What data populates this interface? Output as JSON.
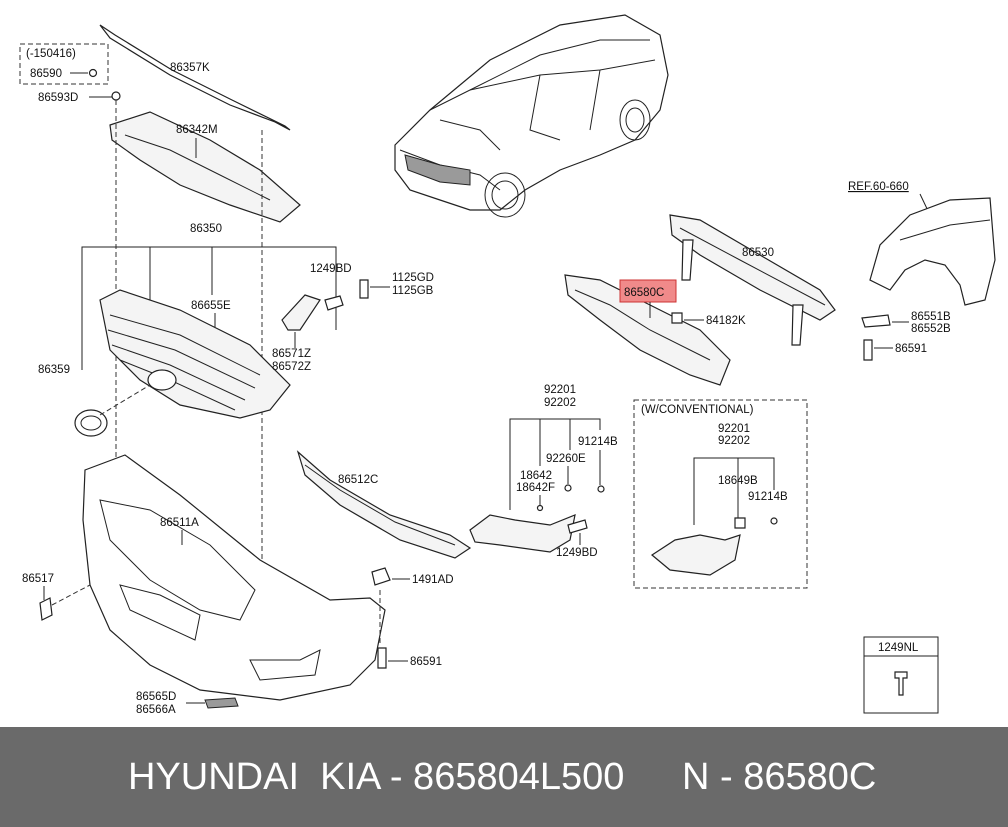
{
  "parts": [
    {
      "id": "p_150416",
      "label": "(-150416)"
    },
    {
      "id": "p_86590",
      "label": "86590"
    },
    {
      "id": "p_86593D",
      "label": "86593D"
    },
    {
      "id": "p_86357K",
      "label": "86357K"
    },
    {
      "id": "p_86342M",
      "label": "86342M"
    },
    {
      "id": "p_86350",
      "label": "86350"
    },
    {
      "id": "p_86655E",
      "label": "86655E"
    },
    {
      "id": "p_86359",
      "label": "86359"
    },
    {
      "id": "p_1249BD_a",
      "label": "1249BD"
    },
    {
      "id": "p_1125GD",
      "label": "1125GD"
    },
    {
      "id": "p_1125GB",
      "label": "1125GB"
    },
    {
      "id": "p_86571Z",
      "label": "86571Z"
    },
    {
      "id": "p_86572Z",
      "label": "86572Z"
    },
    {
      "id": "p_86512C",
      "label": "86512C"
    },
    {
      "id": "p_86511A",
      "label": "86511A"
    },
    {
      "id": "p_86517",
      "label": "86517"
    },
    {
      "id": "p_1491AD",
      "label": "1491AD"
    },
    {
      "id": "p_86591_a",
      "label": "86591"
    },
    {
      "id": "p_86565D",
      "label": "86565D"
    },
    {
      "id": "p_86566A",
      "label": "86566A"
    },
    {
      "id": "p_86530",
      "label": "86530"
    },
    {
      "id": "p_86580C",
      "label": "86580C"
    },
    {
      "id": "p_84182K",
      "label": "84182K"
    },
    {
      "id": "p_ref",
      "label": "REF.60-660"
    },
    {
      "id": "p_86551B",
      "label": "86551B"
    },
    {
      "id": "p_86552B",
      "label": "86552B"
    },
    {
      "id": "p_86591_b",
      "label": "86591"
    },
    {
      "id": "p_92201_a",
      "label": "92201"
    },
    {
      "id": "p_92202_a",
      "label": "92202"
    },
    {
      "id": "p_91214B_a",
      "label": "91214B"
    },
    {
      "id": "p_92260E",
      "label": "92260E"
    },
    {
      "id": "p_18642",
      "label": "18642"
    },
    {
      "id": "p_18642F",
      "label": "18642F"
    },
    {
      "id": "p_1249BD_b",
      "label": "1249BD"
    },
    {
      "id": "p_conv",
      "label": "(W/CONVENTIONAL)"
    },
    {
      "id": "p_92201_b",
      "label": "92201"
    },
    {
      "id": "p_92202_b",
      "label": "92202"
    },
    {
      "id": "p_18649B",
      "label": "18649B"
    },
    {
      "id": "p_91214B_b",
      "label": "91214B"
    },
    {
      "id": "p_1249NL",
      "label": "1249NL"
    }
  ],
  "highlight_part": "86580C",
  "highlight_color": "#f08a8a",
  "footer": {
    "left": "HYUNDAI  KIA - 865804L500",
    "right": "N - 86580C"
  },
  "colors": {
    "footer_bg": "#6a6a6a",
    "footer_text": "#ffffff",
    "line": "#222222"
  }
}
